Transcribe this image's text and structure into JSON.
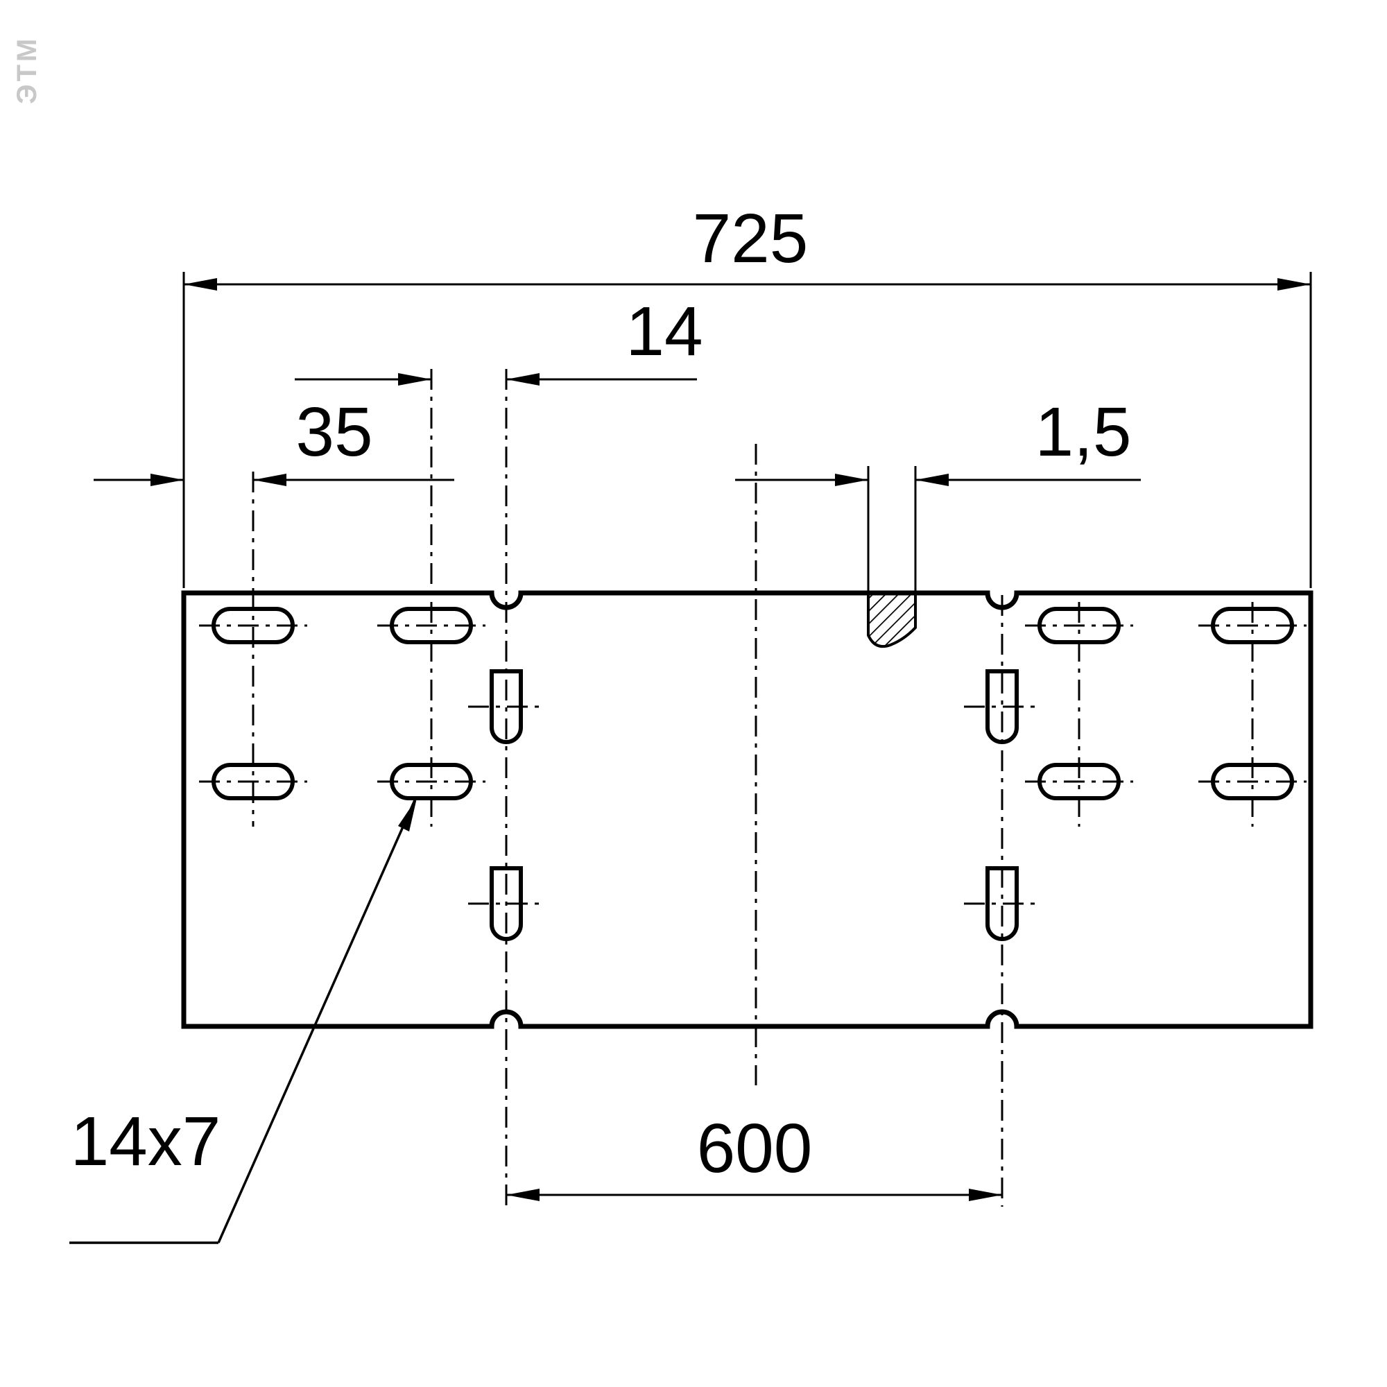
{
  "watermark": {
    "text": "ЭТМ"
  },
  "dimensions": {
    "overall_width": "725",
    "hole_to_bend": "14",
    "edge_to_hole": "35",
    "sheet_thickness": "1,5",
    "base_width": "600"
  },
  "labels": {
    "slot_size": "14x7"
  },
  "colors": {
    "line": "#000000",
    "background": "#ffffff",
    "watermark": "#c8c8c8"
  }
}
